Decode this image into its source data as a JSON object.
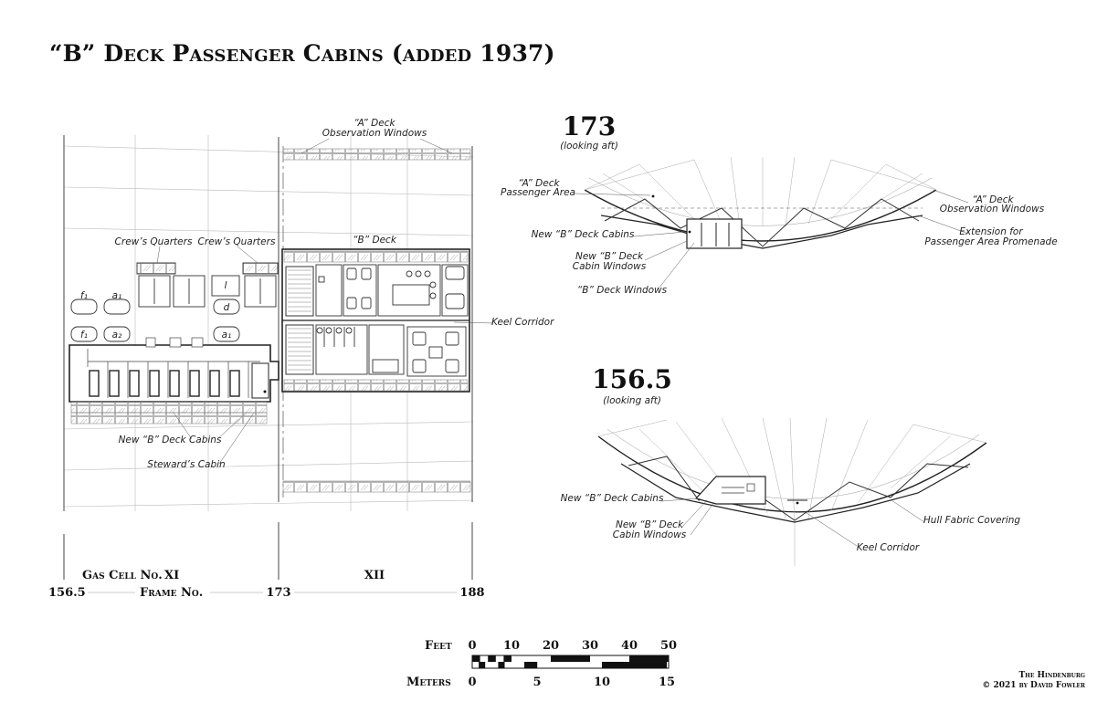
{
  "title": "“B” Deck Passenger Cabins (added 1937)",
  "plan": {
    "labels": {
      "a_deck_obs_windows_1": "“A” Deck",
      "a_deck_obs_windows_2": "Observation Windows",
      "crews_quarters_1": "Crew’s Quarters",
      "crews_quarters_2": "Crew’s Quarters",
      "b_deck": "“B” Deck",
      "keel_corridor": "Keel Corridor",
      "new_b_deck_cabins": "New “B” Deck Cabins",
      "stewards_cabin": "Steward’s Cabin",
      "tank_f1_top": "f₁",
      "tank_a1_top": "a₁",
      "tank_f1_bot": "f₁",
      "tank_a2": "a₂",
      "tank_a1_right": "a₁",
      "tank_l": "l",
      "tank_d": "d"
    },
    "gas_cell_label": "Gas Cell No.",
    "gas_cell_xi": "XI",
    "gas_cell_xii": "XII",
    "frame_label": "Frame No.",
    "frames": [
      "156.5",
      "173",
      "188"
    ]
  },
  "section173": {
    "number": "173",
    "subtitle": "(looking aft)",
    "labels": {
      "a_deck_pass_1": "“A” Deck",
      "a_deck_pass_2": "Passenger Area",
      "new_b_cabins": "New “B” Deck Cabins",
      "new_b_windows_1": "New “B” Deck",
      "new_b_windows_2": "Cabin Windows",
      "b_deck_windows": "“B” Deck Windows",
      "a_deck_obs_1": "“A” Deck",
      "a_deck_obs_2": "Observation Windows",
      "extension_1": "Extension for",
      "extension_2": "Passenger Area Promenade"
    }
  },
  "section156": {
    "number": "156.5",
    "subtitle": "(looking aft)",
    "labels": {
      "new_b_cabins": "New “B” Deck Cabins",
      "new_b_windows_1": "New “B” Deck",
      "new_b_windows_2": "Cabin Windows",
      "hull_fabric": "Hull Fabric Covering",
      "keel_corridor": "Keel Corridor"
    }
  },
  "scale": {
    "feet_label": "Feet",
    "feet_ticks": [
      "0",
      "10",
      "20",
      "30",
      "40",
      "50"
    ],
    "meters_label": "Meters",
    "meters_ticks": [
      "0",
      "5",
      "10",
      "15"
    ]
  },
  "credit": {
    "line1": "The Hindenburg",
    "line2": "© 2021 by David Fowler"
  }
}
